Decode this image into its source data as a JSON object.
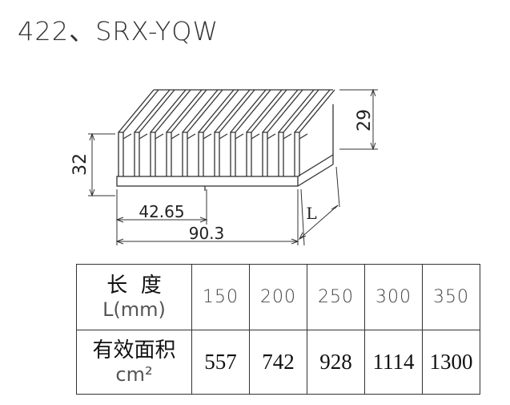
{
  "title": "422、SRX-YQW",
  "drawing": {
    "height_left": "32",
    "height_right": "29",
    "width_partial": "42.65",
    "width_total": "90.3",
    "length_label": "L"
  },
  "table": {
    "row1_header": {
      "line1": "长  度",
      "line2": "L(mm)"
    },
    "row2_header": {
      "line1": "有效面积",
      "line2": "cm²"
    },
    "lengths": [
      "150",
      "200",
      "250",
      "300",
      "350"
    ],
    "areas": [
      "557",
      "742",
      "928",
      "1114",
      "1300"
    ]
  }
}
